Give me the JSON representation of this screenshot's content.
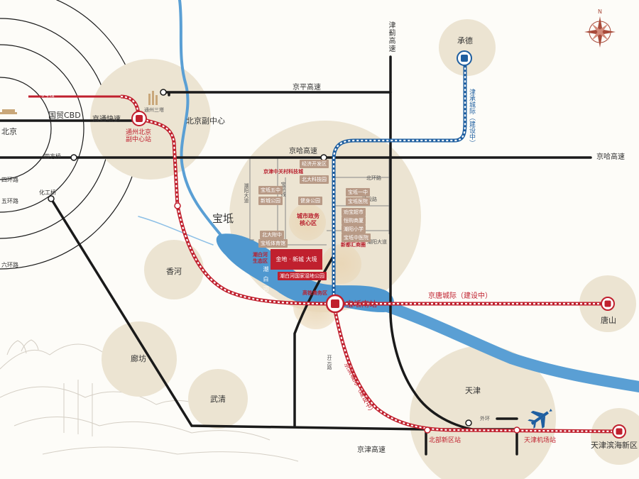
{
  "colors": {
    "rail_red": "#c0202e",
    "intercity_blue": "#1f5fa0",
    "river": "#5a9fd4",
    "area_fill": "#ece4d2",
    "highway": "#1a1a1a"
  },
  "places": {
    "beijing": "北京",
    "guomao_cbd": "国贸CBD",
    "beijing_sub_center": "北京副中心",
    "baodi": "宝坻",
    "xianghe": "香河",
    "langfang": "廊坊",
    "wuqing": "武清",
    "tianjin": "天津",
    "tangshan": "唐山",
    "chengde": "承德",
    "binhai": "天津滨海新区"
  },
  "roads": {
    "jingping": "京平高速",
    "jingha_center": "京哈高速",
    "jingha_right": "京哈高速",
    "jingtong": "京通快速",
    "jinji": "津蓟高速",
    "jingjin": "京津高速",
    "beihuan": "北环路",
    "jianshe": "建设路",
    "chaobai_ave": "潮阳大道",
    "chaobai_ave_right": "潮阳大道",
    "baoping": "宝平线",
    "kaiyuan": "开元路",
    "waihuan": "外环",
    "sifang_bridge": "四方桥",
    "huagong_bridge": "化工桥",
    "ring4": "四环路",
    "ring5": "五环路",
    "ring6": "六环路",
    "line6": "6号线",
    "tongzhou_3": "通州三塔"
  },
  "stations": {
    "tongzhou": "通州北京\n副中心站",
    "baodi_south": "宝坻南站",
    "beibu": "北部新区站",
    "tianjin_airport": "天津机场站"
  },
  "rail_lines": {
    "jingtang": "京唐城际（建设中）",
    "jinbin": "京滨城际（建设中）",
    "jincheng": "津承城际（建设中）"
  },
  "baodi_tags": {
    "zgc": "京津中关村科技城",
    "econ_dev": "经济开发区",
    "beichen": "北大科技园",
    "school5": "宝坻五中",
    "newpark": "新城公园",
    "fitness": "健身公园",
    "school1": "宝坻一中",
    "hospital_pop": "宝坻医院",
    "supermarket": "劝宝超市",
    "mall": "恒购商厦",
    "primary": "潮阳小学",
    "tcm": "宝坻中医院",
    "pku_high": "北大附中",
    "stadium": "宝坻体育馆",
    "gov_core": "城市政务\n核心区",
    "xindu": "新都汇商圈",
    "chaobai_eco": "潮白河\n生态区",
    "chaobai_park": "潮白河国家湿地公园",
    "highspeed_biz": "高铁商务区",
    "river_name": "潮白河"
  },
  "project": {
    "name": "金地 · 新城 大境"
  },
  "compass": {
    "north": "N"
  }
}
